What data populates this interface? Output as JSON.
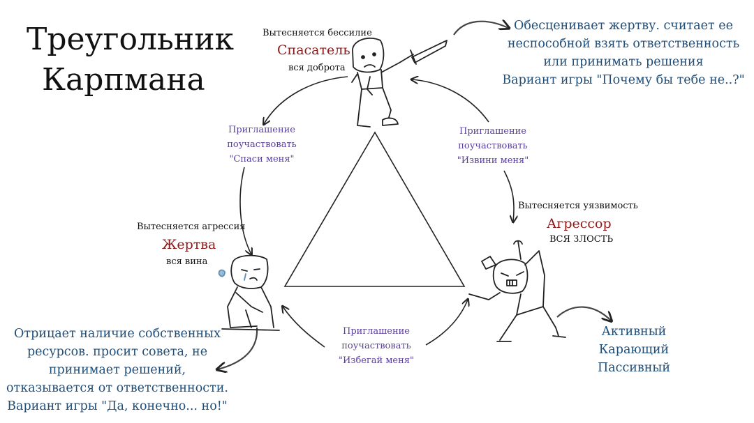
{
  "title": {
    "line1": "Треугольник",
    "line2": "Карпмана"
  },
  "colors": {
    "role": "#8b1a1a",
    "invitation": "#5b3f9e",
    "note": "#1f4e79"
  },
  "rescuer": {
    "suppressed": "Вытесняется бессилие",
    "name": "Спасатель",
    "essence": "вся доброта",
    "note": [
      "Обесценивает жертву. считает ее",
      "неспособной взять ответственность",
      "или принимать решения",
      "Вариант игры \"Почему бы тебе не..?\""
    ]
  },
  "victim": {
    "suppressed": "Вытесняется агрессия",
    "name": "Жертва",
    "essence": "вся вина",
    "note": [
      "Отрицает наличие собственных",
      "ресурсов. просит совета, не",
      "принимает решений,",
      "отказывается от ответственности.",
      "Вариант игры \"Да, конечно... но!\""
    ]
  },
  "aggressor": {
    "suppressed": "Вытесняется уязвимость",
    "name": "Агрессор",
    "essence": "ВСЯ ЗЛОСТЬ",
    "note": [
      "Активный",
      "Карающий",
      "Пассивный"
    ]
  },
  "invitations": {
    "left": [
      "Приглашение",
      "поучаствовать",
      "\"Спаси меня\""
    ],
    "right": [
      "Приглашение",
      "поучаствовать",
      "\"Извини меня\""
    ],
    "bottom": [
      "Приглашение",
      "поучаствовать",
      "\"Избегай меня\""
    ]
  },
  "icons": {
    "rescuer": "figure-with-sword-icon",
    "victim": "crying-figure-icon",
    "aggressor": "angry-figure-with-knife-icon"
  }
}
